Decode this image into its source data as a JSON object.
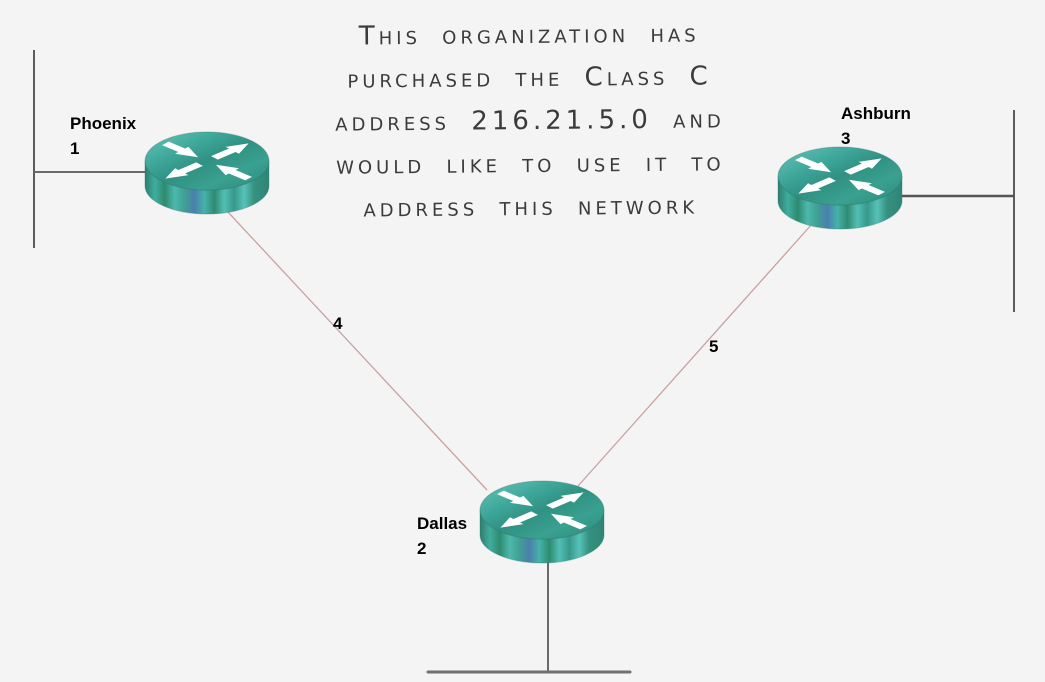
{
  "page": {
    "background_color": "#f5f4f4"
  },
  "annotation": {
    "lines": [
      "This organization has",
      "purchased the Class C",
      "address 216.21.5.0 and",
      "would like to use it to",
      "address this network"
    ],
    "ink_color": "#3b3b3b"
  },
  "routers": [
    {
      "name": "Phoenix",
      "id": "1",
      "icon": "cisco-router-icon"
    },
    {
      "name": "Dallas",
      "id": "2",
      "icon": "cisco-router-icon"
    },
    {
      "name": "Ashburn",
      "id": "3",
      "icon": "cisco-router-icon"
    }
  ],
  "links": [
    {
      "id": "4",
      "endpoints": [
        "Phoenix",
        "Dallas"
      ],
      "color": "#c9a1a1"
    },
    {
      "id": "5",
      "endpoints": [
        "Ashburn",
        "Dallas"
      ],
      "color": "#c9a1a1"
    }
  ],
  "lan_segments": [
    {
      "attached_to": "Phoenix",
      "side": "left"
    },
    {
      "attached_to": "Ashburn",
      "side": "right"
    },
    {
      "attached_to": "Dallas",
      "side": "bottom"
    }
  ],
  "colors": {
    "lan_line": "#5c5c5c",
    "serial_link": "#c9a1a1",
    "router_top": "#43ab9e",
    "router_body": "#3a9a8e",
    "label_text": "#000000"
  }
}
